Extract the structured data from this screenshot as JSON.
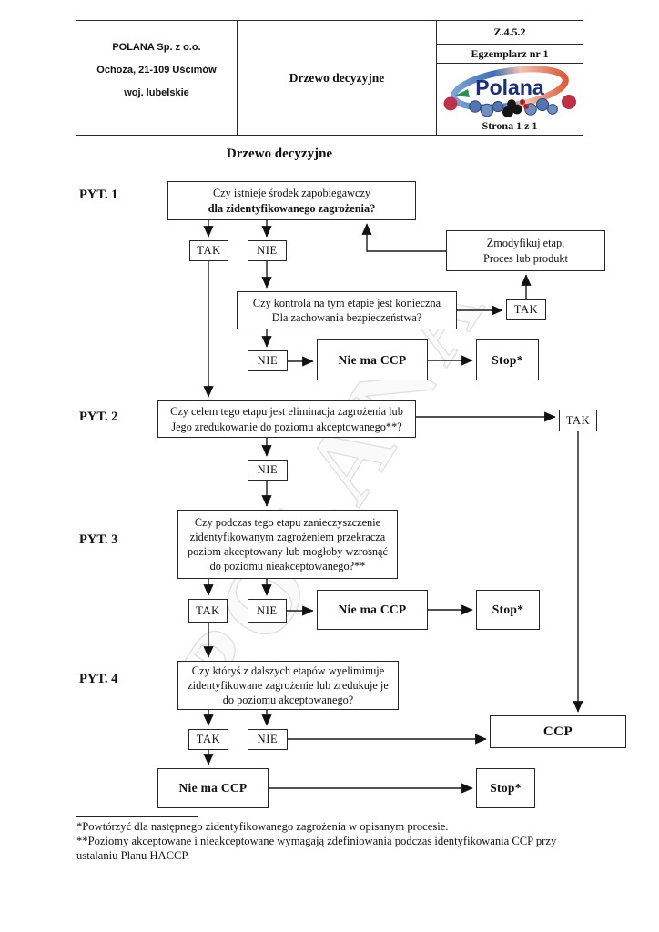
{
  "header": {
    "company_line1": "POLANA Sp. z o.o.",
    "company_line2": "Ochoża, 21-109 Uścimów",
    "company_line3": "woj. lubelskie",
    "doc_title": "Drzewo decyzyjne",
    "doc_code": "Z.4.5.2",
    "copy_number": "Egzemplarz nr 1",
    "logo_text": "Polana",
    "page_number": "Strona 1 z 1"
  },
  "diagram_title": "Drzewo decyzyjne",
  "watermark": "POLANA",
  "labels": {
    "tak": "TAK",
    "nie": "NIE",
    "nie_ma_ccp": "Nie ma CCP",
    "stop": "Stop*",
    "ccp": "CCP"
  },
  "pyt1": {
    "label": "PYT. 1",
    "line1": "Czy istnieje środek zapobiegawczy",
    "line2": "dla zidentyfikowanego zagrożenia?"
  },
  "modify_box": {
    "line1": "Zmodyfikuj etap,",
    "line2": "Proces lub produkt"
  },
  "control_box": {
    "line1": "Czy kontrola na tym etapie jest konieczna",
    "line2": "Dla zachowania bezpieczeństwa?"
  },
  "pyt2": {
    "label": "PYT. 2",
    "line1": "Czy celem tego etapu jest eliminacja zagrożenia lub",
    "line2": "Jego zredukowanie do poziomu akceptowanego**?"
  },
  "pyt3": {
    "label": "PYT. 3",
    "line1": "Czy podczas tego etapu zanieczyszczenie",
    "line2": "zidentyfikowanym zagrożeniem przekracza",
    "line3": "poziom akceptowany lub mogłoby wzrosnąć",
    "line4": "do poziomu nieakceptowanego?**"
  },
  "pyt4": {
    "label": "PYT. 4",
    "line1": "Czy któryś z dalszych etapów wyeliminuje",
    "line2": "zidentyfikowane zagrożenie lub zredukuje je",
    "line3": "do poziomu akceptowanego?"
  },
  "footnotes": {
    "line1": "*Powtórzyć dla następnego zidentyfikowanego zagrożenia w opisanym procesie.",
    "line2": "**Poziomy akceptowane i nieakceptowane wymagają zdefiniowania podczas identyfikowania CCP przy",
    "line3": "ustalaniu Planu HACCP."
  },
  "colors": {
    "line": "#1a1a1a",
    "border": "#262626",
    "logo_text": "#1b2f7e",
    "logo_blue": "#4a7ec7",
    "logo_red": "#e05a3a",
    "berry_blue": "#5375ad",
    "berry_black": "#161616",
    "berry_red": "#c03048",
    "leaf_green": "#2e9150"
  }
}
